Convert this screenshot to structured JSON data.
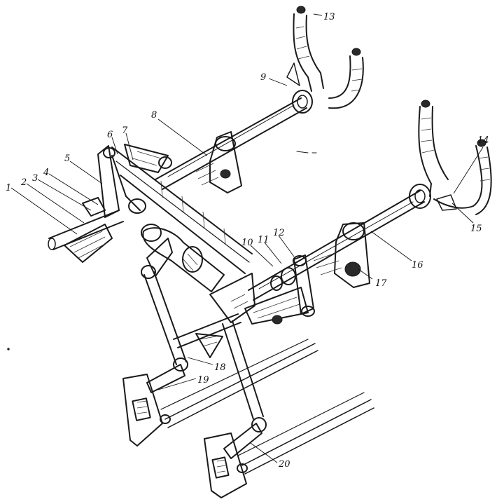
{
  "diagram": {
    "labels": [
      "1",
      "2",
      "3",
      "4",
      "5",
      "6",
      "7",
      "8",
      "9",
      "10",
      "11",
      "12",
      "13",
      "14",
      "15",
      "16",
      "17",
      "18",
      "19",
      "20"
    ],
    "ink_color": "#1a1a1a",
    "paper_color": "#ffffff"
  }
}
